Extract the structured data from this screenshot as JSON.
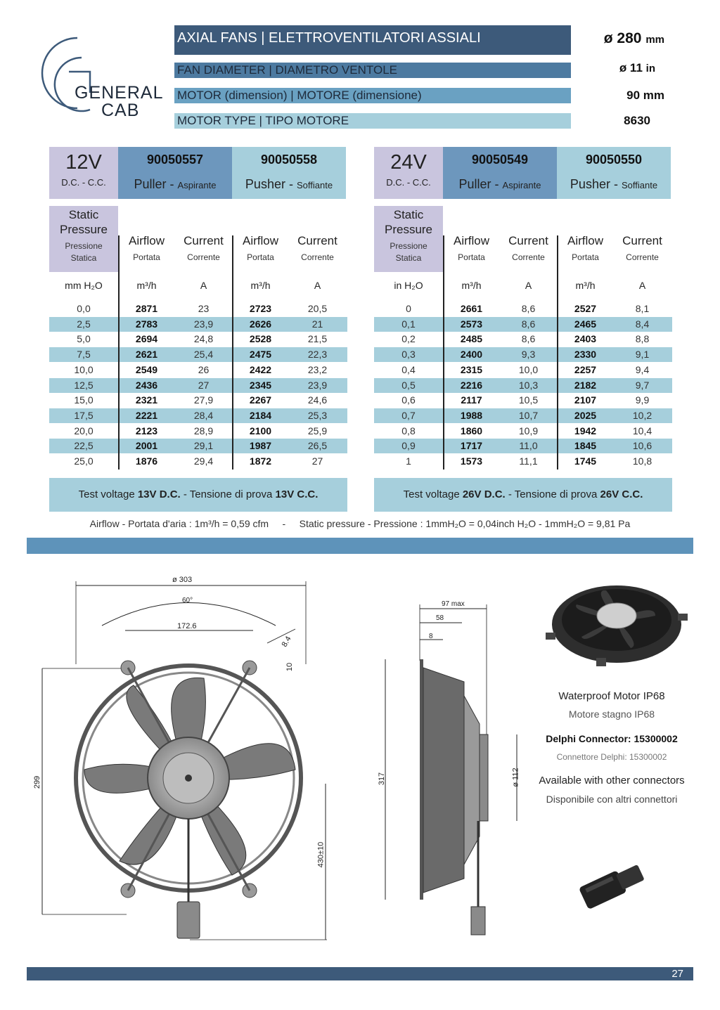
{
  "logo": {
    "line1": "GENERAL",
    "line2": "CAB"
  },
  "header": {
    "rows": [
      {
        "label": "AXIAL FANS | ELETTROVENTILATORI ASSIALI",
        "value": "ø 280",
        "unit": "mm"
      },
      {
        "label": "FAN DIAMETER | DIAMETRO VENTOLE",
        "value": "ø 11",
        "unit": "in"
      },
      {
        "label": "MOTOR (dimension) | MOTORE (dimensione)",
        "value": "90 mm",
        "unit": ""
      },
      {
        "label": "MOTOR TYPE | TIPO MOTORE",
        "value": "8630",
        "unit": ""
      }
    ]
  },
  "tables": [
    {
      "voltage": "12V",
      "current_type": "D.C. - C.C.",
      "codes": [
        {
          "code": "90050557",
          "mode": "Puller",
          "mode_sub": "Aspirante"
        },
        {
          "code": "90050558",
          "mode": "Pusher",
          "mode_sub": "Soffiante"
        }
      ],
      "sp_label1": "Static",
      "sp_label2": "Pressure",
      "sp_sub1": "Pressione",
      "sp_sub2": "Statica",
      "airflow": "Airflow",
      "airflow_sub": "Portata",
      "current": "Current",
      "current_sub": "Corrente",
      "unit_pressure": "mm H₂O",
      "unit_flow": "m³/h",
      "unit_current": "A",
      "rows": [
        [
          "0,0",
          "2871",
          "23",
          "2723",
          "20,5"
        ],
        [
          "2,5",
          "2783",
          "23,9",
          "2626",
          "21"
        ],
        [
          "5,0",
          "2694",
          "24,8",
          "2528",
          "21,5"
        ],
        [
          "7,5",
          "2621",
          "25,4",
          "2475",
          "22,3"
        ],
        [
          "10,0",
          "2549",
          "26",
          "2422",
          "23,2"
        ],
        [
          "12,5",
          "2436",
          "27",
          "2345",
          "23,9"
        ],
        [
          "15,0",
          "2321",
          "27,9",
          "2267",
          "24,6"
        ],
        [
          "17,5",
          "2221",
          "28,4",
          "2184",
          "25,3"
        ],
        [
          "20,0",
          "2123",
          "28,9",
          "2100",
          "25,9"
        ],
        [
          "22,5",
          "2001",
          "29,1",
          "1987",
          "26,5"
        ],
        [
          "25,0",
          "1876",
          "29,4",
          "1872",
          "27"
        ]
      ],
      "test_a": "Test voltage ",
      "test_b": "13V D.C.",
      "test_c": " - Tensione di prova ",
      "test_d": "13V C.C."
    },
    {
      "voltage": "24V",
      "current_type": "D.C. - C.C.",
      "codes": [
        {
          "code": "90050549",
          "mode": "Puller",
          "mode_sub": "Aspirante"
        },
        {
          "code": "90050550",
          "mode": "Pusher",
          "mode_sub": "Soffiante"
        }
      ],
      "sp_label1": "Static",
      "sp_label2": "Pressure",
      "sp_sub1": "Pressione",
      "sp_sub2": "Statica",
      "airflow": "Airflow",
      "airflow_sub": "Portata",
      "current": "Current",
      "current_sub": "Corrente",
      "unit_pressure": "in H₂O",
      "unit_flow": "m³/h",
      "unit_current": "A",
      "rows": [
        [
          "0",
          "2661",
          "8,6",
          "2527",
          "8,1"
        ],
        [
          "0,1",
          "2573",
          "8,6",
          "2465",
          "8,4"
        ],
        [
          "0,2",
          "2485",
          "8,6",
          "2403",
          "8,8"
        ],
        [
          "0,3",
          "2400",
          "9,3",
          "2330",
          "9,1"
        ],
        [
          "0,4",
          "2315",
          "10,0",
          "2257",
          "9,4"
        ],
        [
          "0,5",
          "2216",
          "10,3",
          "2182",
          "9,7"
        ],
        [
          "0,6",
          "2117",
          "10,5",
          "2107",
          "9,9"
        ],
        [
          "0,7",
          "1988",
          "10,7",
          "2025",
          "10,2"
        ],
        [
          "0,8",
          "1860",
          "10,9",
          "1942",
          "10,4"
        ],
        [
          "0,9",
          "1717",
          "11,0",
          "1845",
          "10,6"
        ],
        [
          "1",
          "1573",
          "11,1",
          "1745",
          "10,8"
        ]
      ],
      "test_a": "Test voltage ",
      "test_b": "26V D.C.",
      "test_c": " - Tensione di prova ",
      "test_d": "26V C.C."
    }
  ],
  "conversion_note": "Airflow - Portata d'aria : 1m³/h = 0,59 cfm     -     Static pressure - Pressione : 1mmH₂O = 0,04inch H₂O - 1mmH₂O = 9,81 Pa",
  "drawing": {
    "front": {
      "dia": "ø 303",
      "angle": "60°",
      "span": "172.6",
      "hole": "8.4",
      "ten": "10",
      "height": "299",
      "cable": "430±10"
    },
    "side": {
      "max": "97 max",
      "d58": "58",
      "d8": "8",
      "height": "317",
      "hub": "ø 112"
    }
  },
  "info": {
    "waterproof_en": "Waterproof Motor IP68",
    "waterproof_it": "Motore stagno IP68",
    "connector_en": "Delphi Connector: 15300002",
    "connector_it": "Connettore Delphi: 15300002",
    "other_en": "Available with other connectors",
    "other_it": "Disponibile con altri connettori"
  },
  "page_number": "27",
  "colors": {
    "dark": "#3d5a7a",
    "mid": "#6d97bd",
    "light": "#a6cfdc",
    "lavender": "#c9c5de"
  }
}
